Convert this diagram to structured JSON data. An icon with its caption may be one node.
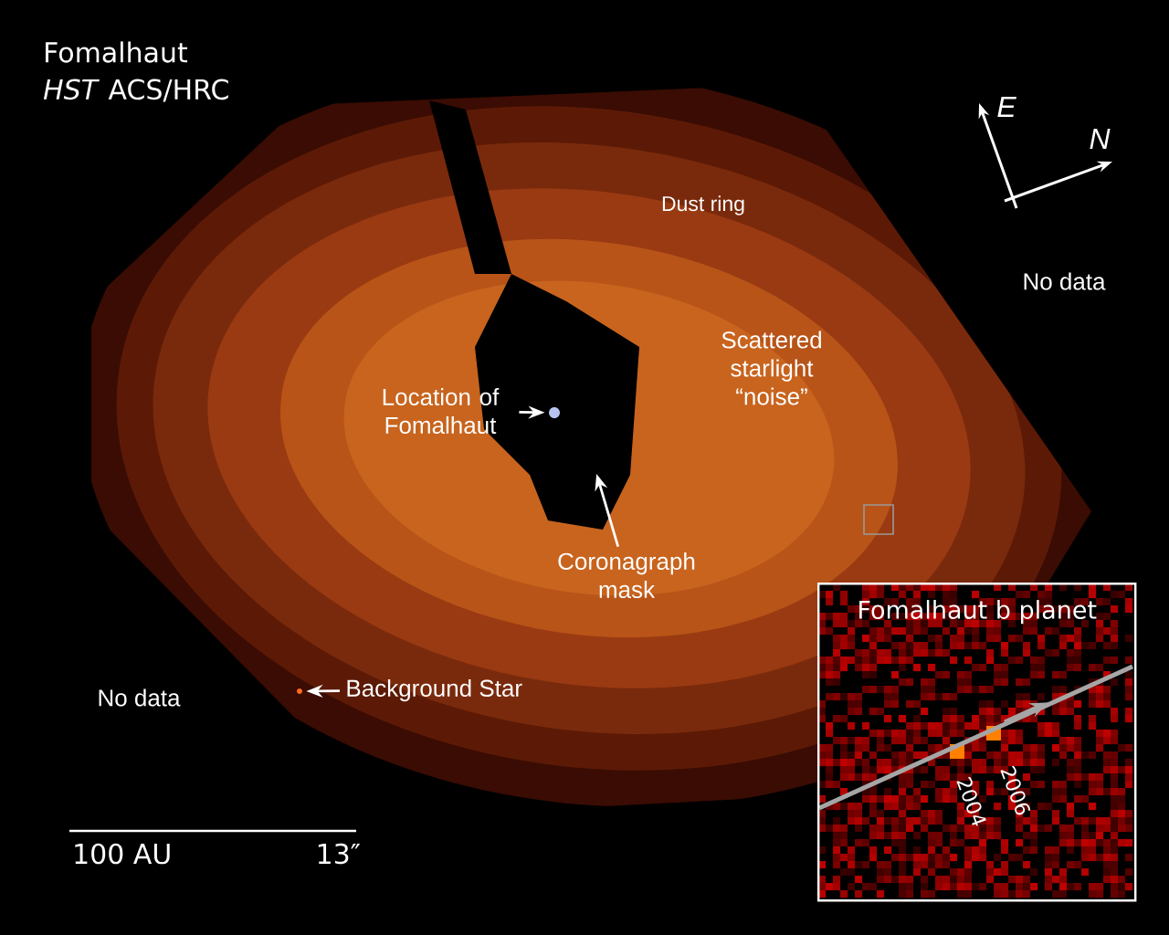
{
  "diagram": {
    "title": "Fomalhaut",
    "nodes": [
      {
        "text": [
          "Location of Fomalhaut"
        ]
      },
      {
        "text": [],
        "shape": "circle"
      },
      {
        "text": [
          "Coronagraph mask"
        ]
      },
      {
        "text": [
          "Background Star"
        ]
      },
      {
        "text": [],
        "shape": "circle"
      },
      {
        "text": [],
        "shape": "box"
      },
      {
        "text": [
          "Fomalhaut b planet"
        ]
      }
    ],
    "edges": [
      {
        "from": 0,
        "to": 1,
        "arrow": "to"
      },
      {
        "from": 2,
        "to": null,
        "arrow": "to"
      },
      {
        "from": 3,
        "to": 4,
        "arrow": "to"
      }
    ],
    "labels": [
      "*HST* ACS/HRC",
      "E",
      "N",
      "Dust ring",
      "No data",
      "Scattered starlight “noise”",
      "No data",
      "100 AU",
      "13″",
      "2004",
      "2006"
    ]
  }
}
